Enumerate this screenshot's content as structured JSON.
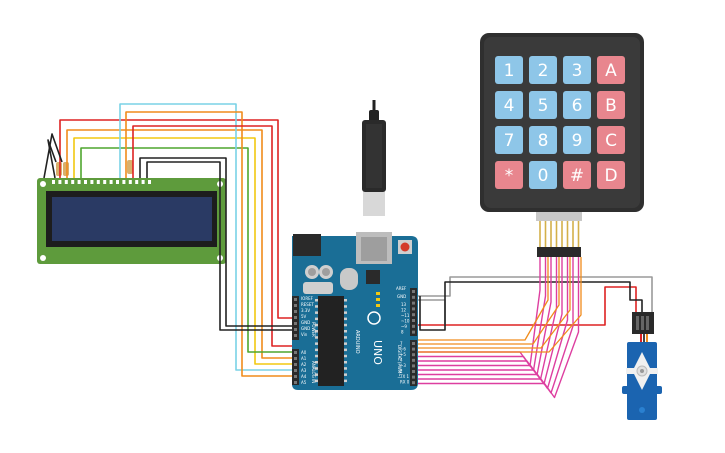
{
  "keypad": {
    "keys": [
      [
        "1",
        "2",
        "3",
        "A"
      ],
      [
        "4",
        "5",
        "6",
        "B"
      ],
      [
        "7",
        "8",
        "9",
        "C"
      ],
      [
        "*",
        "0",
        "#",
        "D"
      ]
    ]
  },
  "arduino": {
    "logo": "UNO",
    "brand": "ARDUINO",
    "header_power": "POWER",
    "header_analog": "ANALOG IN",
    "header_digital": "DIGITAL (PWM~)",
    "pin_aref": "AREF",
    "pin_gnd": "GND",
    "analog_pins": [
      "A0",
      "A1",
      "A2",
      "A3",
      "A4",
      "A5"
    ],
    "power_pins": [
      "IOREF",
      "RESET",
      "3.3V",
      "5V",
      "GND",
      "GND",
      "Vin"
    ],
    "digital_pins_top": [
      "13",
      "12",
      "~11",
      "~10",
      "~9",
      "8"
    ],
    "digital_pins_bottom": [
      "7",
      "~6",
      "~5",
      "4",
      "~3",
      "2",
      "TX 1",
      "RX 0"
    ],
    "tx_label": "TX",
    "rx_label": "RX",
    "l_label": "L"
  },
  "colors": {
    "keypad_blue": "#8ec6e8",
    "keypad_red": "#e8868e",
    "arduino_teal": "#1a6e96",
    "lcd_board": "#5e9b3c",
    "lcd_screen": "#2a3a64",
    "servo_blue": "#1b64b0",
    "wire_red": "#dd2222",
    "wire_orange": "#f08c1c",
    "wire_yellow": "#f2c811",
    "wire_green": "#4fa62e",
    "wire_cyan": "#7ad2e6",
    "wire_black": "#222222",
    "wire_magenta": "#dd3fa0",
    "wire_gray": "#9a9a9a"
  }
}
